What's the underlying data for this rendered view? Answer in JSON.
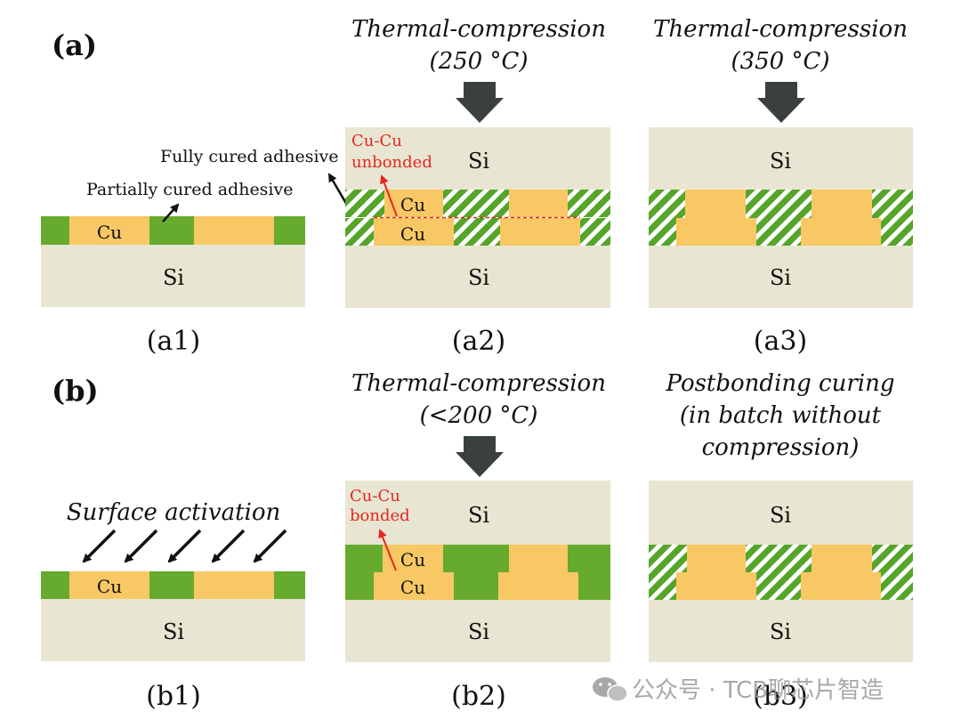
{
  "colors": {
    "si": "#E8E6D2",
    "cu": "#F8C865",
    "adhesive_partial": "#66AA2E",
    "adhesive_full_stripe": "#55A52A",
    "arrow_dark": "#3A3F40",
    "red_label": "#E8251F",
    "black": "#111111",
    "watermark": "#9A9A9A"
  },
  "icons": [
    "pressure-arrow",
    "surface-activation-arrows",
    "wechat-icon"
  ],
  "section_a": {
    "label": "(a)",
    "a1": {
      "caption": "(a1)",
      "si": "Si",
      "cu": "Cu",
      "fully_cured_label": "Fully cured adhesive",
      "partially_cured_label": "Partially cured adhesive"
    },
    "a2": {
      "caption": "(a2)",
      "process": "Thermal-compression",
      "temperature": "(250 °C)",
      "si_top": "Si",
      "si_bottom": "Si",
      "cu_top": "Cu",
      "cu_bottom": "Cu",
      "cucu_label_1": "Cu-Cu",
      "cucu_label_2": "unbonded"
    },
    "a3": {
      "caption": "(a3)",
      "process": "Thermal-compression",
      "temperature": "(350 °C)",
      "si_top": "Si",
      "si_bottom": "Si"
    }
  },
  "section_b": {
    "label": "(b)",
    "b1": {
      "caption": "(b1)",
      "process": "Surface activation",
      "si": "Si",
      "cu": "Cu"
    },
    "b2": {
      "caption": "(b2)",
      "process": "Thermal-compression",
      "temperature": "(<200 °C)",
      "si_top": "Si",
      "si_bottom": "Si",
      "cu_top": "Cu",
      "cu_bottom": "Cu",
      "cucu_label_1": "Cu-Cu",
      "cucu_label_2": "bonded"
    },
    "b3": {
      "caption": "(b3)",
      "process_line1": "Postbonding curing",
      "process_line2": "(in batch without",
      "process_line3": "compression)",
      "si_top": "Si",
      "si_bottom": "Si"
    }
  },
  "watermark": "公众号 · TCB聊芯片智造"
}
